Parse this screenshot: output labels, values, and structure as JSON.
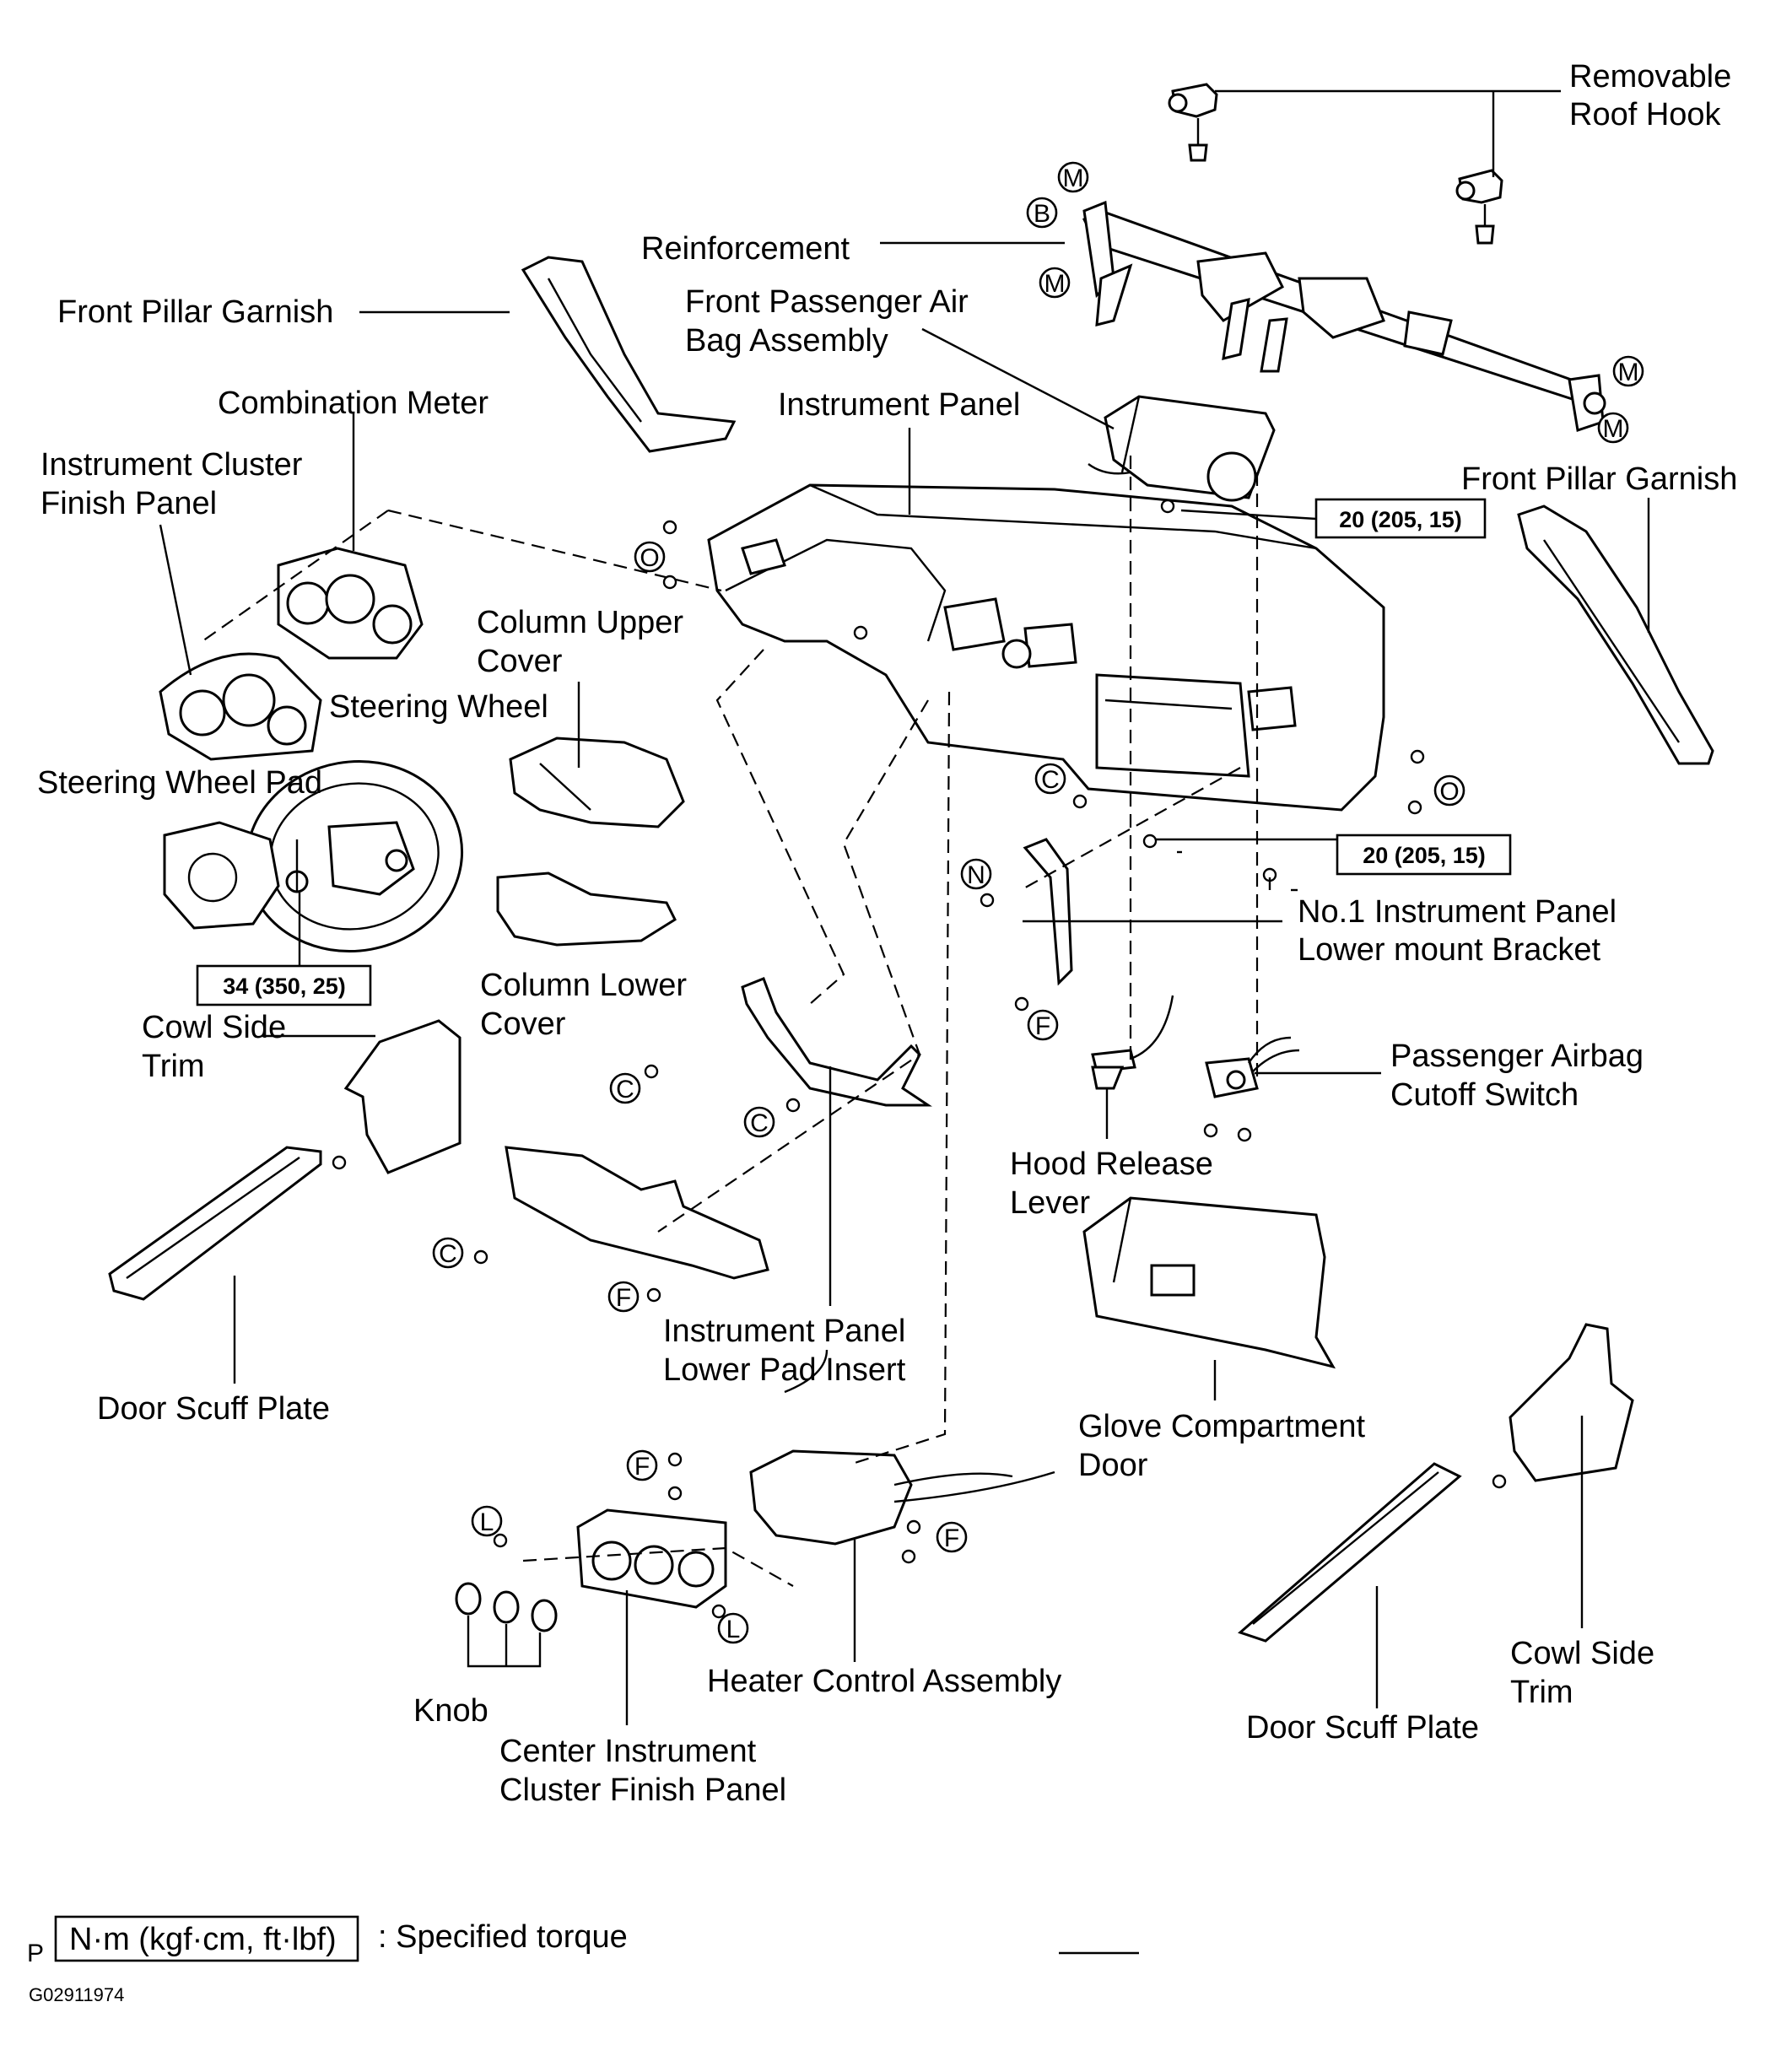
{
  "labels": {
    "removable_roof_hook": [
      "Removable",
      "Roof Hook"
    ],
    "reinforcement": "Reinforcement",
    "front_pillar_garnish_left": "Front Pillar Garnish",
    "front_passenger_airbag": [
      "Front Passenger Air",
      "Bag Assembly"
    ],
    "combination_meter": "Combination Meter",
    "instrument_panel": "Instrument Panel",
    "instrument_cluster_finish_panel": [
      "Instrument Cluster",
      "Finish Panel"
    ],
    "front_pillar_garnish_right": "Front Pillar Garnish",
    "column_upper_cover": [
      "Column Upper",
      "Cover"
    ],
    "steering_wheel": "Steering Wheel",
    "steering_wheel_pad": "Steering Wheel Pad",
    "no1_lower_mount_bracket": [
      "No.1 Instrument Panel",
      "Lower mount Bracket"
    ],
    "column_lower_cover": [
      "Column Lower",
      "Cover"
    ],
    "cowl_side_trim_left": [
      "Cowl Side",
      "Trim"
    ],
    "passenger_airbag_cutoff_switch": [
      "Passenger Airbag",
      "Cutoff Switch"
    ],
    "hood_release_lever": [
      "Hood Release",
      "Lever"
    ],
    "instrument_panel_lower_pad_insert": [
      "Instrument Panel",
      "Lower Pad Insert"
    ],
    "door_scuff_plate_left": "Door Scuff Plate",
    "glove_compartment_door": [
      "Glove Compartment",
      "Door"
    ],
    "heater_control_assembly": "Heater Control Assembly",
    "knob": "Knob",
    "center_instrument_cluster_finish_panel": [
      "Center Instrument",
      "Cluster Finish Panel"
    ],
    "cowl_side_trim_right": [
      "Cowl Side",
      "Trim"
    ],
    "door_scuff_plate_right": "Door Scuff Plate"
  },
  "torque_values": {
    "airbag_upper": "20 (205, 15)",
    "airbag_lower": "20 (205, 15)",
    "steering_wheel_nut": "34 (350, 25)"
  },
  "screw_callouts": {
    "M": "M",
    "B": "B",
    "O": "O",
    "C": "C",
    "N": "N",
    "F": "F",
    "L": "L"
  },
  "legend": {
    "prefix": "P",
    "unit_box": "N·m (kgf·cm, ft·lbf)",
    "description": ": Specified torque"
  },
  "figure_code": "G02911974"
}
